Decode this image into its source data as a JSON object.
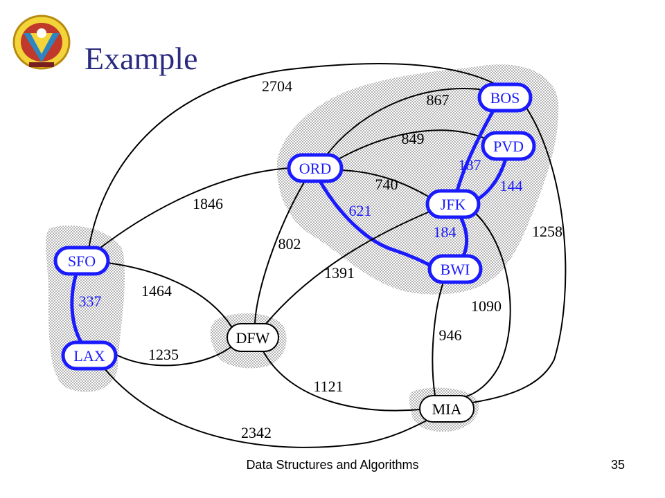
{
  "slide": {
    "title": "Example",
    "footer": "Data Structures and Algorithms",
    "page_number": "35"
  },
  "colors": {
    "title": "#2a2a80",
    "tree": "#1a1aff",
    "edge": "#000000",
    "cluster_fill": "#cfcfcf"
  },
  "graph": {
    "nodes": [
      {
        "id": "BOS",
        "label": "BOS",
        "in_tree": true
      },
      {
        "id": "PVD",
        "label": "PVD",
        "in_tree": true
      },
      {
        "id": "ORD",
        "label": "ORD",
        "in_tree": true
      },
      {
        "id": "JFK",
        "label": "JFK",
        "in_tree": true
      },
      {
        "id": "BWI",
        "label": "BWI",
        "in_tree": true
      },
      {
        "id": "SFO",
        "label": "SFO",
        "in_tree": true
      },
      {
        "id": "LAX",
        "label": "LAX",
        "in_tree": true
      },
      {
        "id": "DFW",
        "label": "DFW",
        "in_tree": false
      },
      {
        "id": "MIA",
        "label": "MIA",
        "in_tree": false
      }
    ],
    "edges": [
      {
        "from": "SFO",
        "to": "BOS",
        "weight": "2704",
        "in_tree": false
      },
      {
        "from": "ORD",
        "to": "BOS",
        "weight": "867",
        "in_tree": false
      },
      {
        "from": "ORD",
        "to": "PVD",
        "weight": "849",
        "in_tree": false
      },
      {
        "from": "ORD",
        "to": "JFK",
        "weight": "740",
        "in_tree": false
      },
      {
        "from": "ORD",
        "to": "BWI",
        "weight": "621",
        "in_tree": true
      },
      {
        "from": "BOS",
        "to": "JFK",
        "weight": "187",
        "in_tree": true
      },
      {
        "from": "PVD",
        "to": "JFK",
        "weight": "144",
        "in_tree": true
      },
      {
        "from": "JFK",
        "to": "BWI",
        "weight": "184",
        "in_tree": true
      },
      {
        "from": "BOS",
        "to": "MIA",
        "weight": "1258",
        "in_tree": false
      },
      {
        "from": "SFO",
        "to": "ORD",
        "weight": "1846",
        "in_tree": false
      },
      {
        "from": "ORD",
        "to": "DFW",
        "weight": "802",
        "in_tree": false
      },
      {
        "from": "JFK",
        "to": "DFW",
        "weight": "1391",
        "in_tree": false
      },
      {
        "from": "SFO",
        "to": "LAX",
        "weight": "337",
        "in_tree": true
      },
      {
        "from": "SFO",
        "to": "DFW",
        "weight": "1464",
        "in_tree": false
      },
      {
        "from": "LAX",
        "to": "DFW",
        "weight": "1235",
        "in_tree": false
      },
      {
        "from": "JFK",
        "to": "MIA",
        "weight": "1090",
        "in_tree": false
      },
      {
        "from": "BWI",
        "to": "MIA",
        "weight": "946",
        "in_tree": false
      },
      {
        "from": "DFW",
        "to": "MIA",
        "weight": "1121",
        "in_tree": false
      },
      {
        "from": "LAX",
        "to": "MIA",
        "weight": "2342",
        "in_tree": false
      }
    ]
  }
}
